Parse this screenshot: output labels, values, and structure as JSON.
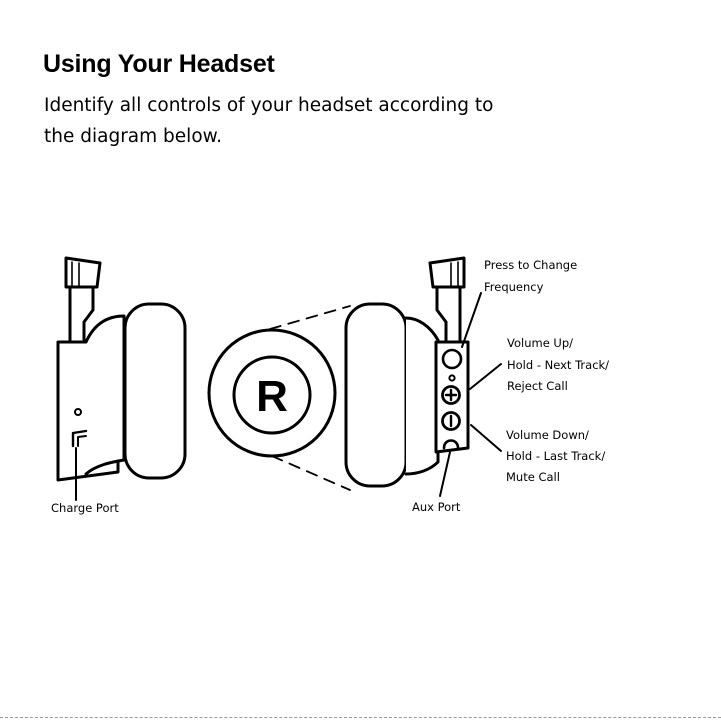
{
  "page": {
    "title": "Using Your Headset",
    "intro_lines": [
      "Identify all controls of your headset according to",
      "the diagram below."
    ]
  },
  "diagram": {
    "center_badge": "R",
    "labels": {
      "charge_port": "Charge Port",
      "aux_port": "Aux Port",
      "press_to_change": [
        "Press to Change",
        "Frequency"
      ],
      "volume_up": [
        "Volume Up/",
        "Hold - Next Track/",
        "Reject Call"
      ],
      "volume_down": [
        "Volume Down/",
        "Hold - Last Track/",
        "Mute Call"
      ]
    },
    "icons": {
      "plus_button": "plus-icon",
      "minus_button": "minus-icon"
    }
  }
}
